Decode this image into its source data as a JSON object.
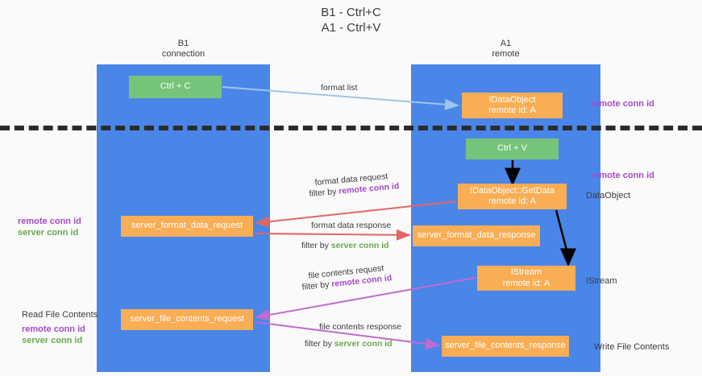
{
  "title": {
    "line1": "B1 - Ctrl+C",
    "line2": "A1 - Ctrl+V"
  },
  "lanes": [
    {
      "name": "b1",
      "title": "B1",
      "subtitle": "connection",
      "color": "#4a86e8"
    },
    {
      "name": "a1",
      "title": "A1",
      "subtitle": "remote",
      "color": "#4a86e8"
    }
  ],
  "colors": {
    "lane": "#4a86e8",
    "green_box": "#75c47a",
    "orange_box": "#f9ad54",
    "remote_conn_id": "#a64ac9",
    "server_conn_id": "#6aa84f",
    "background": "#fafafa",
    "arrow_format_list": "#9fc5e8",
    "arrow_format_data": "#e06666",
    "arrow_file_contents": "#c16ad0",
    "arrow_black": "#000000",
    "separator": "#2b2b2b"
  },
  "boxes": {
    "ctrl_c": {
      "label": "Ctrl + C",
      "style": "green"
    },
    "idataobject": {
      "line1": "IDataObject",
      "line2": "remote id: A",
      "style": "orange"
    },
    "ctrl_v": {
      "label": "Ctrl + V",
      "style": "green"
    },
    "getdata": {
      "line1": "IDataObject::GetData",
      "line2": "remote id: A",
      "style": "orange"
    },
    "server_format_data_request": {
      "label": "server_format_data_request",
      "style": "orange"
    },
    "server_format_data_response": {
      "label": "server_format_data_response",
      "style": "orange"
    },
    "istream": {
      "line1": "IStream",
      "line2": "remote id: A",
      "style": "orange"
    },
    "server_file_contents_request": {
      "label": "server_file_contents_request",
      "style": "orange"
    },
    "server_file_contents_response": {
      "label": "server_file_contents_response",
      "style": "orange"
    }
  },
  "edge_labels": {
    "format_list": "format list",
    "format_data_request": "format data request",
    "filter_by": "filter by",
    "remote_conn_id": "remote conn id",
    "server_conn_id": "server conn id",
    "format_data_response": "format data response",
    "file_contents_request": "file contents request",
    "file_contents_response": "file contents response"
  },
  "annotations": {
    "remote_conn_id_top": "remote conn id",
    "remote_conn_id_mid": "remote conn id",
    "dataobject": "DataObject",
    "istream": "IStream",
    "write_file_contents": "Write File Contents",
    "read_file_contents": "Read File Contents",
    "remote_conn_id_left": "remote conn id",
    "server_conn_id_left": "server conn id",
    "remote_conn_id_left2": "remote conn id",
    "server_conn_id_left2": "server conn id"
  }
}
